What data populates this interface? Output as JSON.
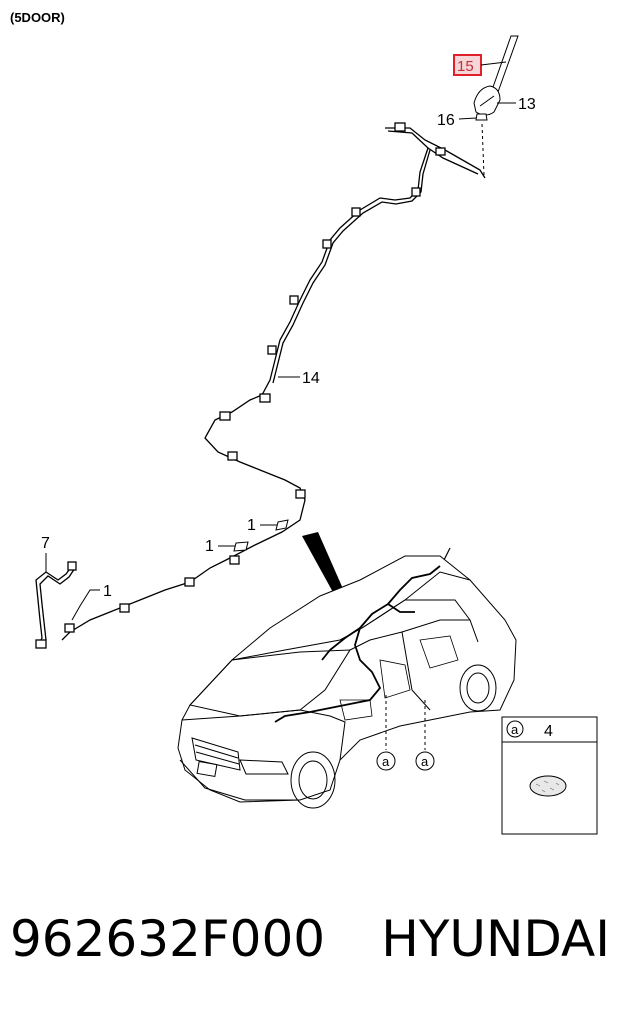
{
  "variant_label": "(5DOOR)",
  "callouts": {
    "c15": "15",
    "c13": "13",
    "c16": "16",
    "c14": "14",
    "c1a": "1",
    "c1b": "1",
    "c1c": "1",
    "c7": "7",
    "ca1": "a",
    "ca2": "a",
    "ca3": "a"
  },
  "detail_box": {
    "ref": "a",
    "part": "4"
  },
  "footer": {
    "part_number": "962632F000",
    "brand": "HYUNDAI"
  },
  "colors": {
    "highlight_box": "#e0202a",
    "highlight_fill": "#f6d6d8",
    "line": "#000000"
  }
}
